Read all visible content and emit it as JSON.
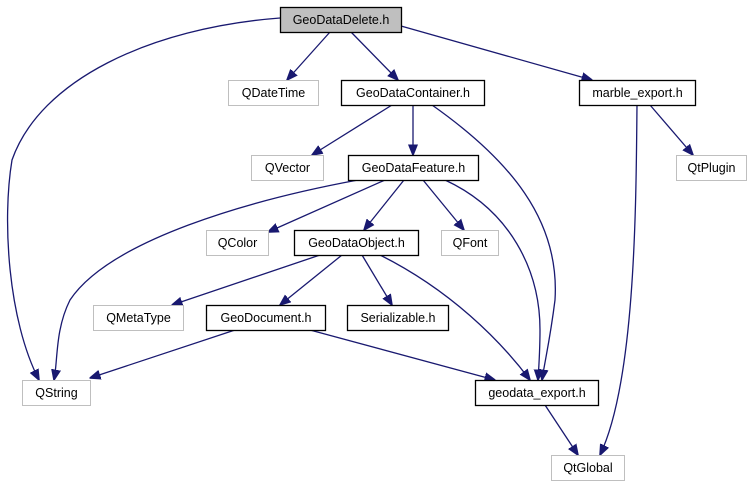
{
  "diagram": {
    "type": "include-dependency-graph",
    "colors": {
      "edge": "#191970",
      "root_fill": "#bfbfbf",
      "root_border": "#000000",
      "documented_border": "#000000",
      "external_border": "#bfbfbf",
      "node_fill": "#ffffff"
    },
    "nodes": [
      {
        "id": "GeoDataDelete",
        "label": "GeoDataDelete.h",
        "kind": "root"
      },
      {
        "id": "QDateTime",
        "label": "QDateTime",
        "kind": "external"
      },
      {
        "id": "GeoDataContainer",
        "label": "GeoDataContainer.h",
        "kind": "documented"
      },
      {
        "id": "marble_export",
        "label": "marble_export.h",
        "kind": "documented"
      },
      {
        "id": "QVector",
        "label": "QVector",
        "kind": "external"
      },
      {
        "id": "GeoDataFeature",
        "label": "GeoDataFeature.h",
        "kind": "documented"
      },
      {
        "id": "QtPlugin",
        "label": "QtPlugin",
        "kind": "external"
      },
      {
        "id": "QColor",
        "label": "QColor",
        "kind": "external"
      },
      {
        "id": "GeoDataObject",
        "label": "GeoDataObject.h",
        "kind": "documented"
      },
      {
        "id": "QFont",
        "label": "QFont",
        "kind": "external"
      },
      {
        "id": "QMetaType",
        "label": "QMetaType",
        "kind": "external"
      },
      {
        "id": "GeoDocument",
        "label": "GeoDocument.h",
        "kind": "documented"
      },
      {
        "id": "Serializable",
        "label": "Serializable.h",
        "kind": "documented"
      },
      {
        "id": "QString",
        "label": "QString",
        "kind": "external"
      },
      {
        "id": "geodata_export",
        "label": "geodata_export.h",
        "kind": "documented"
      },
      {
        "id": "QtGlobal",
        "label": "QtGlobal",
        "kind": "external"
      }
    ],
    "edges": [
      {
        "from": "GeoDataDelete",
        "to": "QString"
      },
      {
        "from": "GeoDataDelete",
        "to": "QDateTime"
      },
      {
        "from": "GeoDataDelete",
        "to": "GeoDataContainer"
      },
      {
        "from": "GeoDataDelete",
        "to": "marble_export"
      },
      {
        "from": "GeoDataContainer",
        "to": "QVector"
      },
      {
        "from": "GeoDataContainer",
        "to": "GeoDataFeature"
      },
      {
        "from": "GeoDataContainer",
        "to": "geodata_export"
      },
      {
        "from": "marble_export",
        "to": "QtPlugin"
      },
      {
        "from": "marble_export",
        "to": "QtGlobal"
      },
      {
        "from": "GeoDataFeature",
        "to": "QString"
      },
      {
        "from": "GeoDataFeature",
        "to": "QColor"
      },
      {
        "from": "GeoDataFeature",
        "to": "GeoDataObject"
      },
      {
        "from": "GeoDataFeature",
        "to": "QFont"
      },
      {
        "from": "GeoDataFeature",
        "to": "geodata_export"
      },
      {
        "from": "GeoDataObject",
        "to": "QMetaType"
      },
      {
        "from": "GeoDataObject",
        "to": "GeoDocument"
      },
      {
        "from": "GeoDataObject",
        "to": "Serializable"
      },
      {
        "from": "GeoDataObject",
        "to": "geodata_export"
      },
      {
        "from": "GeoDocument",
        "to": "QString"
      },
      {
        "from": "GeoDocument",
        "to": "geodata_export"
      },
      {
        "from": "geodata_export",
        "to": "QtGlobal"
      }
    ]
  }
}
